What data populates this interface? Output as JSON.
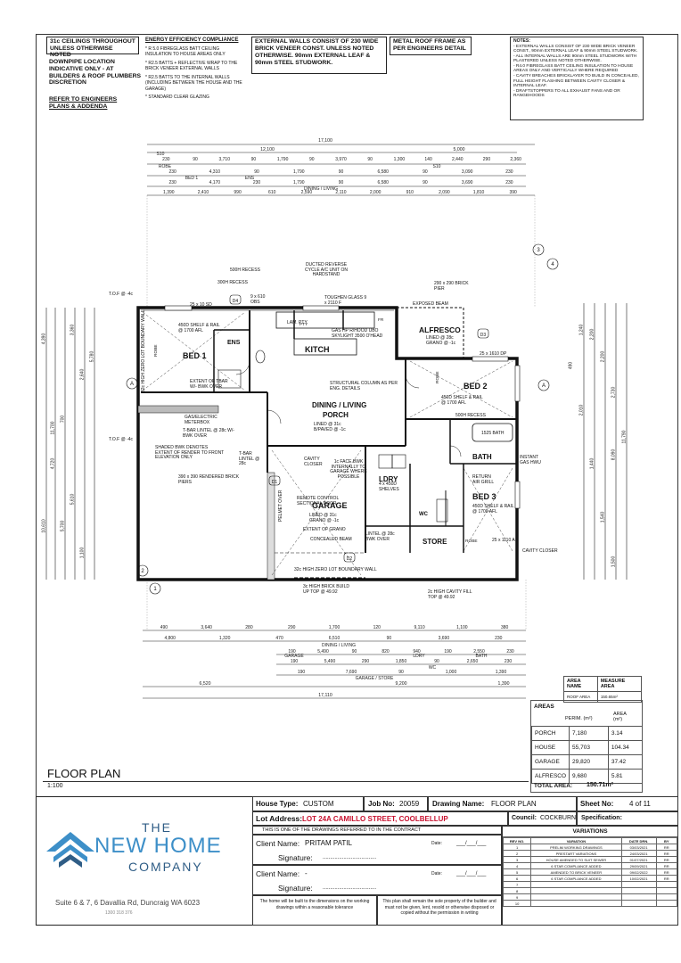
{
  "notes_top": {
    "ceilings": "31c CEILINGS THROUGHOUT UNLESS OTHERWISE NOTED",
    "downpipe": "DOWNPIPE LOCATION INDICATIVE ONLY - AT BUILDERS & ROOF PLUMBERS DISCRETION",
    "refer": "REFER TO ENGINEERS PLANS & ADDENDA",
    "energy_title": "ENERGY EFFICIENCY COMPLIANCE",
    "energy_1": "* R 5.0 FIBREGLASS BATT CEILING INSULATION TO HOUSE AREAS ONLY",
    "energy_2": "* R2.5 BATTS + REFLECTIVE WRAP TO THE BRICK VENEER EXTERNAL WALLS",
    "energy_3": "* R2.5 BATTS TO THE INTERNAL WALLS (INCLUDING BETWEEN THE HOUSE AND THE GARAGE)",
    "energy_4": "* STANDARD CLEAR GLAZING",
    "external_walls": "EXTERNAL WALLS CONSIST OF 230 WIDE BRICK VENEER CONST. UNLESS NOTED OTHERWISE. 90mm EXTERNAL LEAF & 90mm STEEL STUDWORK.",
    "metal_roof": "METAL ROOF FRAME AS PER ENGINEERS DETAIL",
    "notes_title": "NOTES:",
    "notes_1": "- EXTERNAL WALLS CONSIST OF 230 WIDE BRICK VENEER CONST., 90mm EXTERNAL LEAF & 90mm STEEL STUDWORK.",
    "notes_2": "- ALL INTERNAL WALLS ARE 90mm STEEL STUDWORK WITH PLASTERED UNLESS NOTED OTHERWISE.",
    "notes_3": "- R4.0 FIBREGLASS BATT CEILING INSULATION TO HOUSE AREAS ONLY AND VERTICALLY WHERE REQUIRED",
    "notes_4": "- CAVITY BREACHES BRICKLAYER TO BUILD IN CONCEALED, FULL HEIGHT FLASHING BETWEEN CAVITY CLOSER & INTERNAL LEAF.",
    "notes_5": "- DRAFTSTOPPERS TO ALL EXHAUST FANS AND OR RANGEHOODS"
  },
  "dims_top": {
    "overall": "17,100",
    "d12100": "12,100",
    "d5000": "5,000",
    "row1": [
      "230",
      "90",
      "3,710",
      "90",
      "1,790",
      "90",
      "3,970",
      "90",
      "1,300",
      "140",
      "2,440",
      "290",
      "2,360"
    ],
    "row2": [
      "230",
      "4,310",
      "90",
      "1,790",
      "90",
      "6,580",
      "90",
      "3,090",
      "230"
    ],
    "row3": [
      "230",
      "4,170",
      "230",
      "1,790",
      "90",
      "6,580",
      "90",
      "3,690",
      "230"
    ],
    "row4": [
      "1,390",
      "2,410",
      "990",
      "610",
      "2,590",
      "2,110",
      "2,000",
      "910",
      "2,090",
      "1,810",
      "390"
    ],
    "labels": [
      "S10",
      "ROBE",
      "BED 1",
      "ENS",
      "DINING / LIVING",
      "S10",
      "ROBE",
      "BED 2",
      "D",
      "W",
      "W",
      "W",
      "W",
      "W",
      "D"
    ]
  },
  "dims_bottom": {
    "overall": "17,110",
    "d6520": "6,520",
    "d9200": "9,200",
    "d1390": "1,390",
    "row1": [
      "490",
      "3,640",
      "280",
      "290",
      "1,700",
      "120",
      "9,110",
      "1,100",
      "380"
    ],
    "row2": [
      "4,800",
      "1,320",
      "470",
      "6,510",
      "90",
      "3,690",
      "230"
    ],
    "row3": [
      "190",
      "5,490",
      "90",
      "820",
      "940",
      "190",
      "2,550",
      "230"
    ],
    "row4": [
      "190",
      "5,490",
      "290",
      "1,850",
      "90",
      "2,650",
      "230"
    ],
    "row5": [
      "190",
      "7,690",
      "90",
      "1,000",
      "1,390"
    ],
    "labels": [
      "DINING / LIVING",
      "GARAGE",
      "LDRY",
      "BATH",
      "WC",
      "GARAGE / STORE",
      "W",
      "D",
      "D",
      "W",
      "W",
      "W"
    ]
  },
  "rooms": {
    "bed1": "BED 1",
    "ens": "ENS",
    "kitch": "KITCH",
    "alfresco": "ALFRESCO",
    "bed2": "BED 2",
    "dining": "DINING / LIVING",
    "porch": "PORCH",
    "ldry": "LDRY",
    "bath": "BATH",
    "bed3": "BED 3",
    "garage": "GARAGE",
    "store": "STORE",
    "robe": "ROBE",
    "wc": "WC",
    "fr": "FR",
    "pty": "PTY"
  },
  "plan_labels": {
    "recess500": "500H RECESS",
    "recess300": "300H RECESS",
    "ducted": "DUCTED REVERSE CYCLE A/C UNIT ON HARDSTAND",
    "glass": "TOUGHEN GLASS 9 x 2110 F",
    "pier": "290 x 290 BRICK PIER",
    "exposed": "EXPOSED BEAM",
    "tof1": "T.O.F @ -4c",
    "tof2": "T.O.F @ -4c",
    "shelf1": "450D SHELF & RAIL @ 1700 AFL",
    "lam": "LAM. PTY",
    "rhood": "GAS HP R/HOOD UBO SKYLIGHT 3500 O'HEAD",
    "lined_alf": "LINED @ 28c GRANO @ -1c",
    "d9610": "9 x 610 OBS",
    "d25_10": "25 x 10 SD",
    "tbar": "EXTENT OF TBAR W/- BWK OVER",
    "structcol": "STRUCTURAL COLUMN AS PER ENG. DETAILS",
    "shelf2": "450D SHELF & RAIL @ 1700 AFL",
    "recess500b": "500H RECESS",
    "gasmeter": "GAS/ELECTRIC METERBOX",
    "tbar2": "T-BAR LINTEL @ 28c W/- BWK OVER",
    "porch_lined": "LINED @ 31c B/PAVED @ -1c",
    "bath1525": "1525 BATH",
    "shaded": "SHADED BWK DENOTES EXTENT OF RENDER TO FRONT ELEVATION ONLY",
    "tbar3": "T-BAR LINTEL @ 28c",
    "piers": "390 x 390 RENDERED BRICK PIERS",
    "closer": "CAVITY CLOSER",
    "facebwk": "1c FACE BWK INTERNALLY TO GARAGE WHERE POSSIBLE",
    "shelves": "4 x 450D SHELVES",
    "hwu": "INSTANT GAS HWU",
    "airgrill": "RETURN AIR GRILL",
    "shelf3": "450D SHELF & RAIL @ 1700 AFL",
    "remote": "REMOTE CONTROL SECTIONAL DOOR",
    "garage_lined": "LINED @ 31c GRANO @ -1c",
    "grano": "EXTENT OF GRANO",
    "concealed": "CONCEALED BEAM",
    "lintel": "LINTEL @ 28c BWK OVER",
    "pelmet": "PELMET OVER",
    "boundary": "32c HIGH ZERO LOT BOUNDARY WALL",
    "boundary_side": "32c HIGH ZERO LOT BOUNDARY WALL",
    "brick_build": "3c HIGH BRICK BUILD UP TOP @ 49.92",
    "cavity_fill": "2c HIGH CAVITY FILL TOP @ 49.92",
    "cavity_closer2": "CAVITY CLOSER",
    "bath_rail": "25 x 1610 DP",
    "robe_label": "25 x 1110 A",
    "sections": [
      "A",
      "A",
      "1",
      "1",
      "2",
      "2",
      "3",
      "4"
    ],
    "doors": [
      "D4",
      "D3",
      "D1",
      "D2"
    ]
  },
  "dims_left": [
    "4,390",
    "11,700",
    "5,700",
    "3,360",
    "2,640",
    "5,780",
    "10,610",
    "4,720",
    "700",
    "5,610",
    "1,100"
  ],
  "dims_right": [
    "1,240",
    "2,200",
    "2,200",
    "2,730",
    "11,790",
    "8,090",
    "490",
    "2,010",
    "1,440",
    "1,540",
    "1,500"
  ],
  "area_mini": {
    "h1": "AREA NAME",
    "h2": "MEASURE AREA",
    "r1": "ROOF AREA",
    "r2": "150.65m²"
  },
  "areas": {
    "title": "AREAS",
    "col_perim": "PERIM. (m²)",
    "col_area": "AREA (m²)",
    "rows": [
      {
        "name": "PORCH",
        "perim": "7,180",
        "area": "3.14"
      },
      {
        "name": "HOUSE",
        "perim": "55,703",
        "area": "104.34"
      },
      {
        "name": "GARAGE",
        "perim": "29,820",
        "area": "37.42"
      },
      {
        "name": "ALFRESCO",
        "perim": "9,680",
        "area": "5.81"
      }
    ],
    "total_label": "TOTAL AREA:",
    "total": "150.71m²"
  },
  "title_block": {
    "floor_plan": "FLOOR PLAN",
    "scale": "1:100",
    "house_type_label": "House Type:",
    "house_type": "CUSTOM",
    "job_label": "Job No:",
    "job": "20059",
    "drawing_label": "Drawing Name:",
    "drawing": "FLOOR PLAN",
    "sheet_label": "Sheet No:",
    "sheet": "4 of 11",
    "lot_label": "Lot Address:",
    "lot": "LOT 24A  CAMILLO STREET, COOLBELLUP",
    "council_label": "Council:",
    "council": "COCKBURN",
    "spec_label": "Specification:",
    "contract_note": "THIS IS ONE OF THE DRAWINGS REFERRED TO IN THE CONTRACT",
    "client_label": "Client Name:",
    "client": "PRITAM PATIL",
    "client2": "-",
    "signature_label": "Signature:",
    "date_label": "Date:",
    "date_blank": "___/___/___",
    "sig_blank": "....................................",
    "built_note": "The home will be built to the dimensions on the working drawings within a reasonable tolerance",
    "property_note": "This plan shall remain the sole property of the builder and must not be given, lent, resold or otherwise disposed or copied without the permission in writing",
    "logo_the": "THE",
    "logo_newhome": "NEW HOME",
    "logo_company": "COMPANY",
    "address": "Suite 6 & 7, 6 Davallia Rd, Duncraig WA 6023",
    "phone": "1300 318 376",
    "variations_title": "VARIATIONS",
    "var_headers": [
      "REV NO.",
      "VARIATION",
      "DATE DRN.",
      "BY"
    ],
    "variations": [
      [
        "1",
        "PRELIM WORKING DRAWINGS",
        "03/03/2021",
        "RR"
      ],
      [
        "2",
        "PRESTART VARIATIONS",
        "24/03/2021",
        "RR"
      ],
      [
        "3",
        "HOUSE AMENDED TO SUIT SEWER",
        "01/07/2021",
        "RR"
      ],
      [
        "4",
        "6 STAR COMPLIANCE ADDED",
        "29/09/2021",
        "RR"
      ],
      [
        "5",
        "AMENDED TO BRICK VENEER",
        "09/02/2022",
        "RR"
      ],
      [
        "6",
        "6 STAR COMPLIANCE ADDED",
        "10/02/2021",
        "RR"
      ],
      [
        "7",
        "",
        "",
        ""
      ],
      [
        "8",
        "",
        "",
        ""
      ],
      [
        "9",
        "",
        "",
        ""
      ],
      [
        "10",
        "",
        "",
        ""
      ]
    ]
  },
  "colors": {
    "logo_blue": "#3d8fc8",
    "logo_dark": "#2f5d86",
    "red_text": "#c8102e"
  }
}
